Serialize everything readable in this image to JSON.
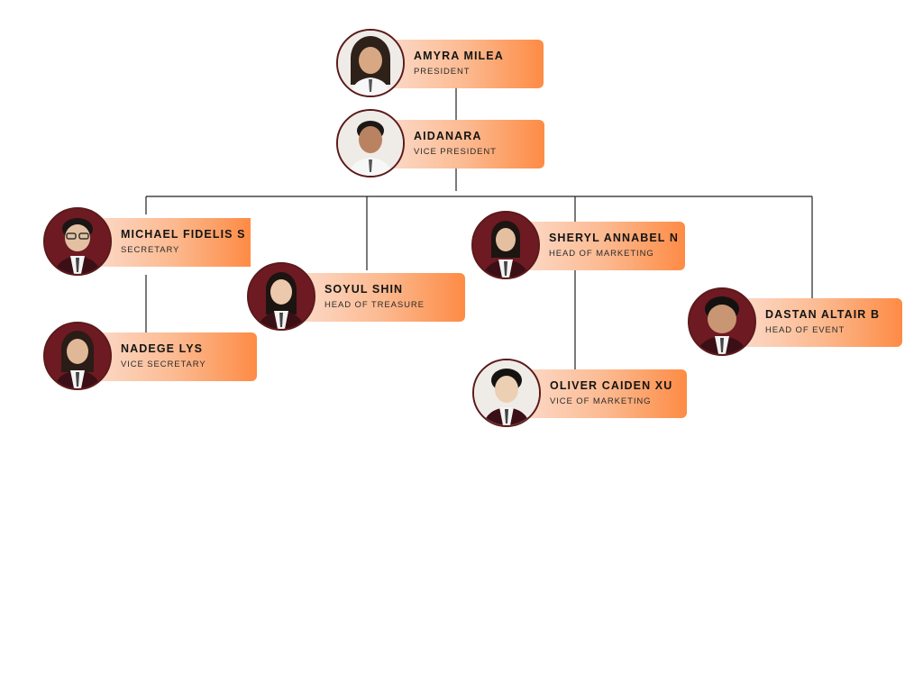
{
  "members": {
    "president": {
      "name": "AMYRA MILEA",
      "role": "PRESIDENT"
    },
    "vice_president": {
      "name": "AIDANARA",
      "role": "VICE PRESIDENT"
    },
    "secretary": {
      "name": "MICHAEL FIDELIS S",
      "role": "SECRETARY"
    },
    "vice_secretary": {
      "name": "NADEGE LYS",
      "role": "VICE SECRETARY"
    },
    "head_of_treasure": {
      "name": "SOYUL SHIN",
      "role": "HEAD OF TREASURE"
    },
    "head_of_marketing": {
      "name": "SHERYL ANNABEL N",
      "role": "HEAD OF MARKETING"
    },
    "vice_of_marketing": {
      "name": "OLIVER CAIDEN XU",
      "role": "VICE OF MARKETING"
    },
    "head_of_event": {
      "name": "DASTAN ALTAIR B",
      "role": "HEAD OF EVENT"
    }
  },
  "colors": {
    "bar_light": "#fbe0d3",
    "bar_dark": "#fd8b45",
    "avatar_bg": "#7a1c25",
    "connector": "#222222"
  }
}
